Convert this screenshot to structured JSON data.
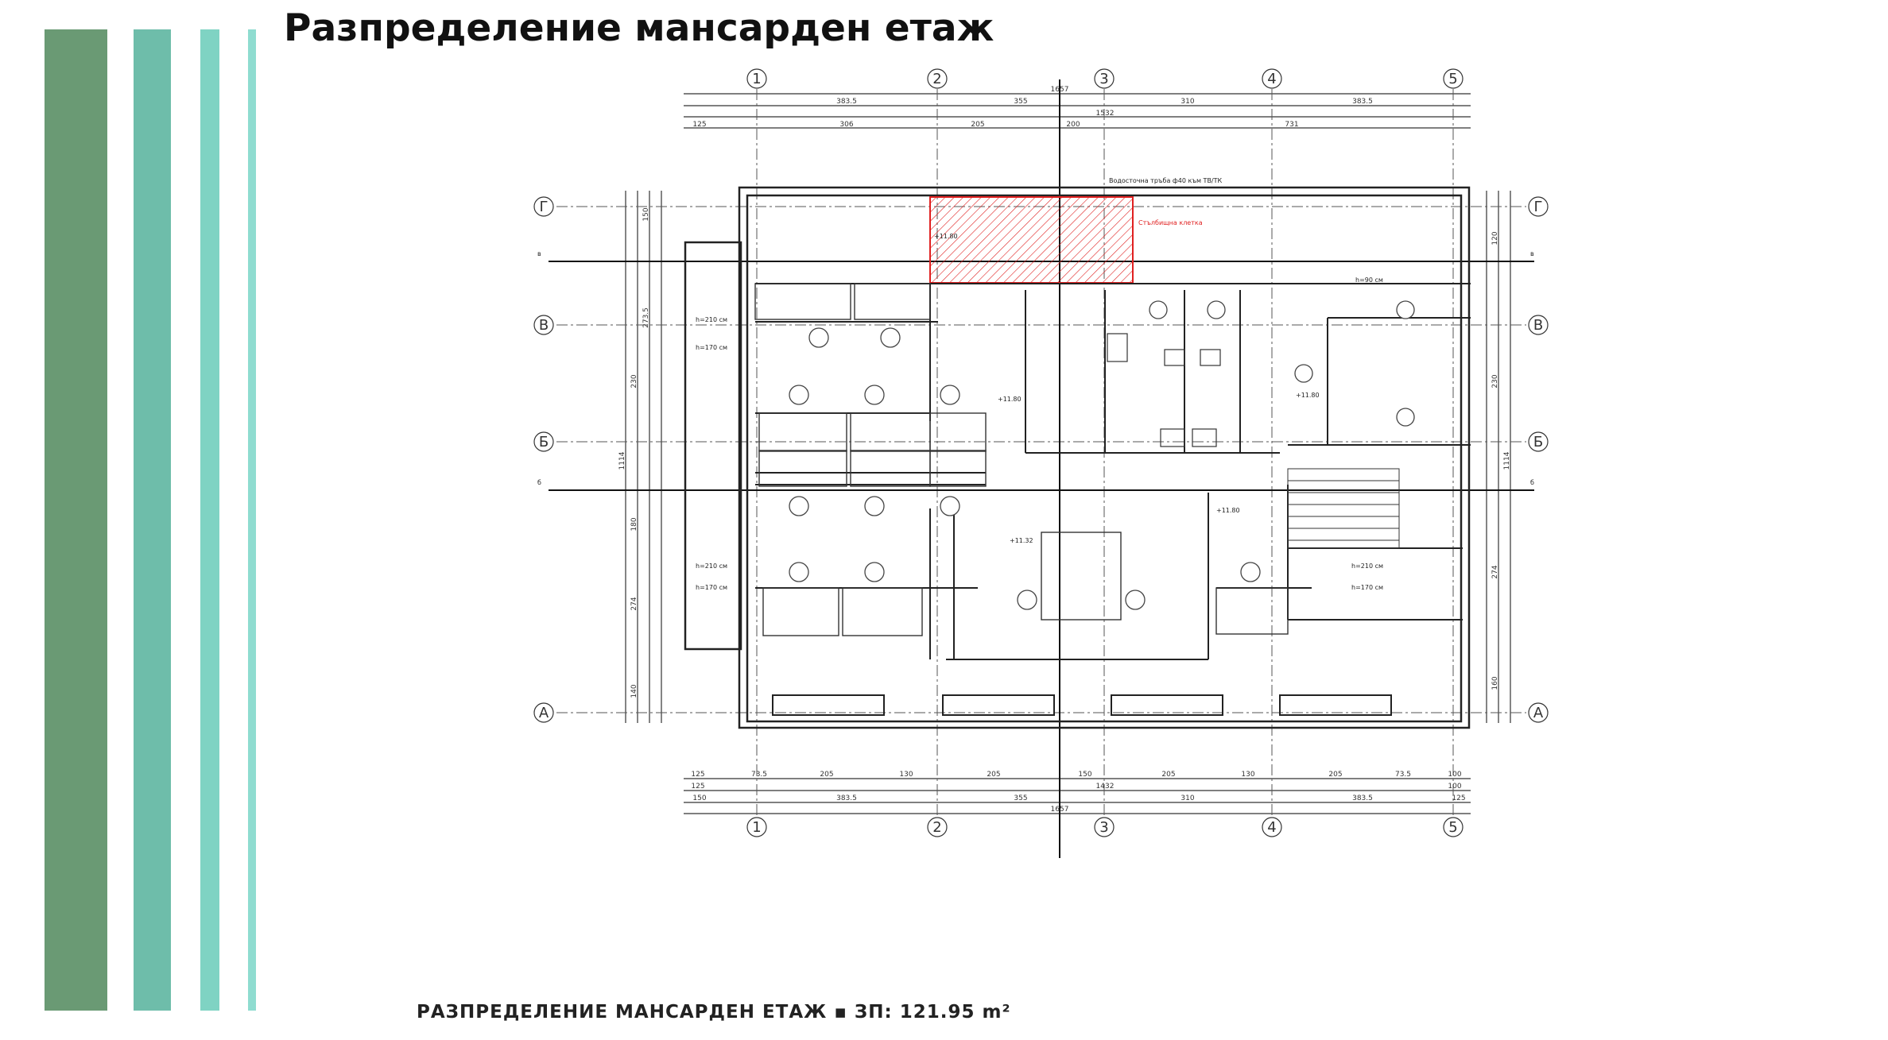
{
  "slide": {
    "title": "Разпределение мансарден етаж",
    "caption": "РАЗПРЕДЕЛЕНИЕ МАНСАРДЕН ЕТАЖ ▪ ЗП: 121.95 m²"
  },
  "colors": {
    "stripe_1": "#6a9a74",
    "stripe_2": "#6ebdaa",
    "stripe_3": "#7fd3c3",
    "stripe_4": "#8fdcd0",
    "hatch": "#e02020"
  },
  "plan": {
    "axes_numbers": [
      "1",
      "2",
      "3",
      "4",
      "5"
    ],
    "axes_letters": [
      "Г",
      "В",
      "Б",
      "А"
    ],
    "section_marks": [
      "в",
      "в",
      "б",
      "б"
    ],
    "top_dims_row1": [
      "383.5",
      "355",
      "310",
      "383.5"
    ],
    "top_dims_row2": [
      "125",
      "306",
      "205",
      "200",
      "731"
    ],
    "overall_top": [
      "1657",
      "1532"
    ],
    "bottom_dims_row1": [
      "125",
      "73.5",
      "205",
      "130",
      "205",
      "150",
      "205",
      "130",
      "205",
      "73.5",
      "100"
    ],
    "bottom_dims_row2": [
      "125",
      "1432",
      "100"
    ],
    "bottom_dims_row3": [
      "150",
      "383.5",
      "355",
      "310",
      "383.5",
      "125"
    ],
    "overall_bottom": "1657",
    "left_dims": [
      "140",
      "274",
      "180",
      "230",
      "273.5",
      "150"
    ],
    "left_overall": "1114",
    "right_dims": [
      "160",
      "274",
      "230",
      "120"
    ],
    "right_overall": "1114",
    "levels": [
      "+11.80",
      "+11.80",
      "+11.80",
      "+11.80",
      "+11.32"
    ],
    "red_note": "Стълбищна клетка",
    "heights": [
      "h=210 см",
      "h=170 см",
      "h=90 см",
      "h=210 см",
      "h=170 см",
      "h=210 см",
      "h=170 см"
    ],
    "top_note": "Водосточна тръба ф40 към ТВ/ТК"
  }
}
